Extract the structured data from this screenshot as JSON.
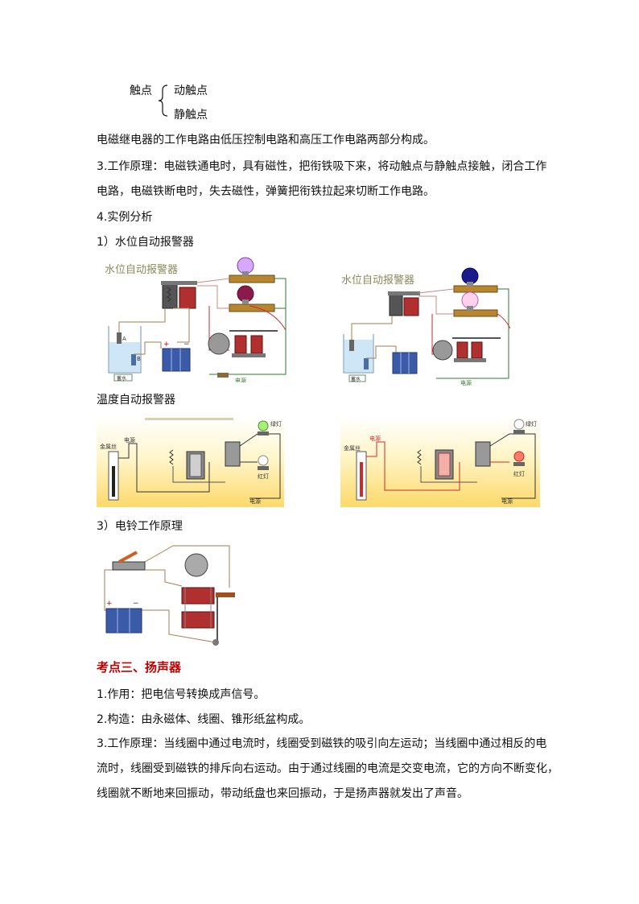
{
  "touch_points": {
    "label": "触点",
    "moving": "动触点",
    "static": "静触点"
  },
  "paragraphs": {
    "relay_circuit": "电磁继电器的工作电路由低压控制电路和高压工作电路两部分构成。",
    "principle_line1": "3.工作原理：电磁铁通电时，具有磁性，把衔铁吸下来，将动触点与静触点接触，闭合工作",
    "principle_line2": "电路，电磁铁断电时，失去磁性，弹簧把衔铁拉起来切断工作电路。",
    "example_heading": "4.实例分析",
    "water_heading": "1）水位自动报警器",
    "temp_heading": "温度自动报警器",
    "bell_heading": "3）电铃工作原理"
  },
  "figures": {
    "water_title_1": "水位自动报警器",
    "water_title_2": "水位自动报警器",
    "water_label_A": "A",
    "water_label_B": "B",
    "power_label": "电源",
    "tank_label": "蓄水",
    "temp_green_lamp": "绿灯",
    "temp_red_lamp": "红灯",
    "temp_power": "电源",
    "temp_metal_wire": "金属丝",
    "plus": "+",
    "minus": "−"
  },
  "section3": {
    "title": "考点三、扬声器",
    "item1": "1.作用：把电信号转换成声信号。",
    "item2": "2.构造：由永磁体、线圈、锥形纸盆构成。",
    "item3_line1": "3.工作原理：当线圈中通过电流时，线圈受到磁铁的吸引向左运动；当线圈中通过相反的电",
    "item3_line2": "流时，线圈受到磁铁的排斥向右运动。由于通过线圈的电流是交变电流，它的方向不断变化，",
    "item3_line3": "线圈就不断地来回振动，带动纸盘也来回振动，于是扬声器就发出了声音。"
  },
  "colors": {
    "heading_red": "#c00000",
    "wire_red": "#cc2b2b",
    "wire_green": "#2f7a2f",
    "temp_bg": "#fde79a",
    "battery_blue": "#3b5ba8"
  }
}
